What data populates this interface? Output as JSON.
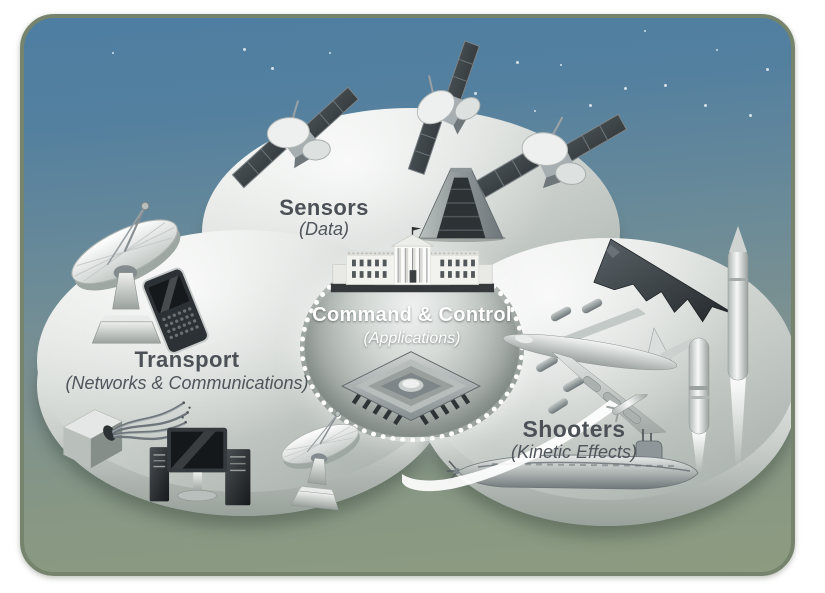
{
  "regions": {
    "sensors": {
      "label": "Sensors",
      "sublabel": "(Data)"
    },
    "transport": {
      "label": "Transport",
      "sublabel": "(Networks & Communications)"
    },
    "shooters": {
      "label": "Shooters",
      "sublabel": "(Kinetic Effects)"
    },
    "command_control": {
      "label": "Command & Control",
      "sublabel": "(Applications)"
    }
  },
  "icons": {
    "sensors": [
      "satellite-icon",
      "satellite-icon",
      "satellite-icon",
      "phased-array-radar-icon"
    ],
    "transport": [
      "satellite-dish-icon",
      "smartphone-icon",
      "fiber-optic-cable-icon",
      "computer-workstation-icon",
      "satellite-dish-icon"
    ],
    "shooters": [
      "stealth-bomber-icon",
      "strategic-bomber-icon",
      "falling-bombs-icon",
      "cruise-missile-icon",
      "ballistic-missile-icon",
      "submarine-icon",
      "missile-contrail-icon"
    ],
    "command_control": [
      "white-house-icon",
      "microchip-icon"
    ]
  },
  "colors": {
    "sky_top": "#4d7ea2",
    "ground_bottom": "#8d9b80",
    "panel_border": "#76846d",
    "disc_silver": "#c9cfcb",
    "label_text": "#4b5156",
    "center_text": "#ffffff"
  }
}
